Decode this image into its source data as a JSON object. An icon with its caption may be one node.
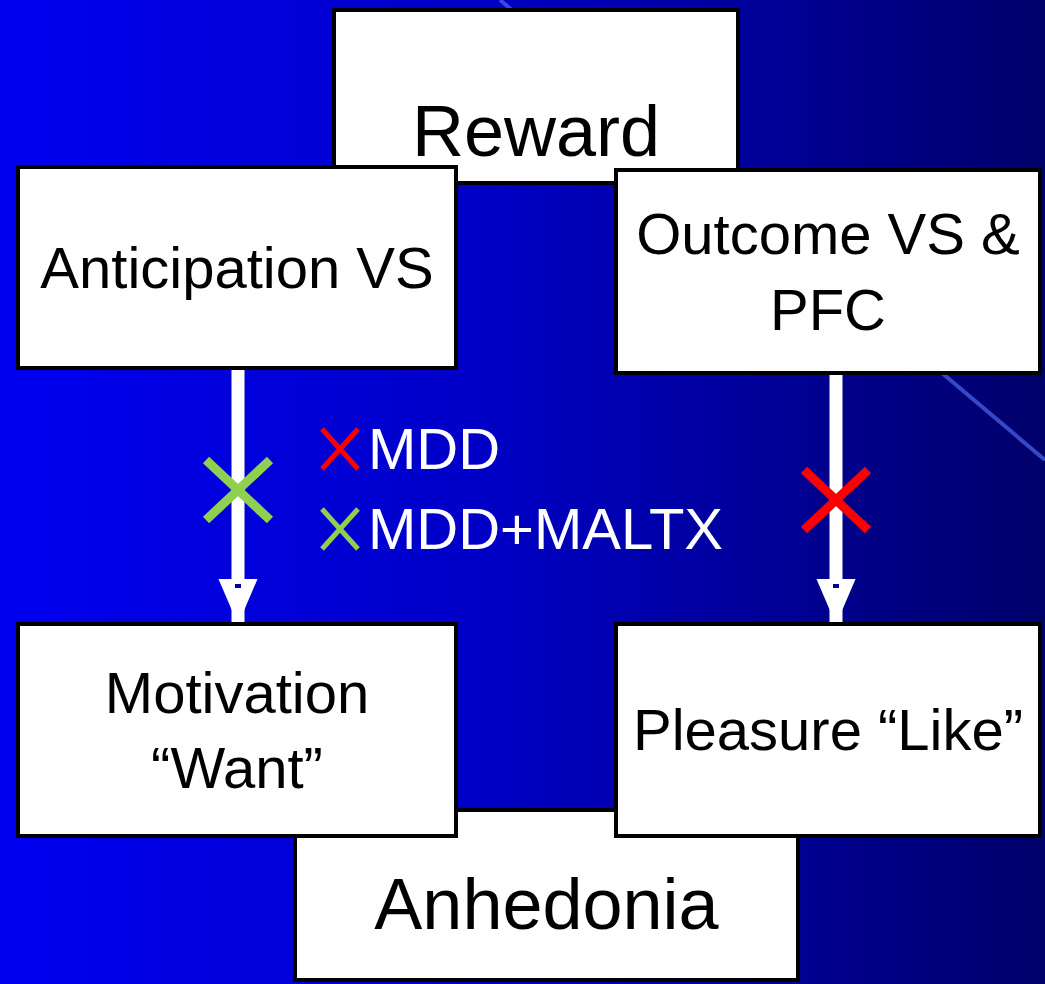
{
  "diagram": {
    "nodes": [
      {
        "text": [
          "Reward"
        ]
      },
      {
        "text": [
          "Anticipation VS"
        ]
      },
      {
        "text": [
          "Outcome VS & PFC"
        ]
      },
      {
        "text": [
          "Motivation “Want”"
        ]
      },
      {
        "text": [
          "Pleasure “Like”"
        ]
      },
      {
        "text": [
          "Anhedonia"
        ]
      }
    ],
    "edges": [
      {
        "from": 1,
        "to": 3,
        "arrow": "to"
      },
      {
        "from": 2,
        "to": 4,
        "arrow": "to"
      }
    ],
    "legend": [
      {
        "text": "MDD",
        "color": "#ff0000"
      },
      {
        "text": "MDD+MALTX",
        "color": "#8fd14f"
      }
    ]
  }
}
